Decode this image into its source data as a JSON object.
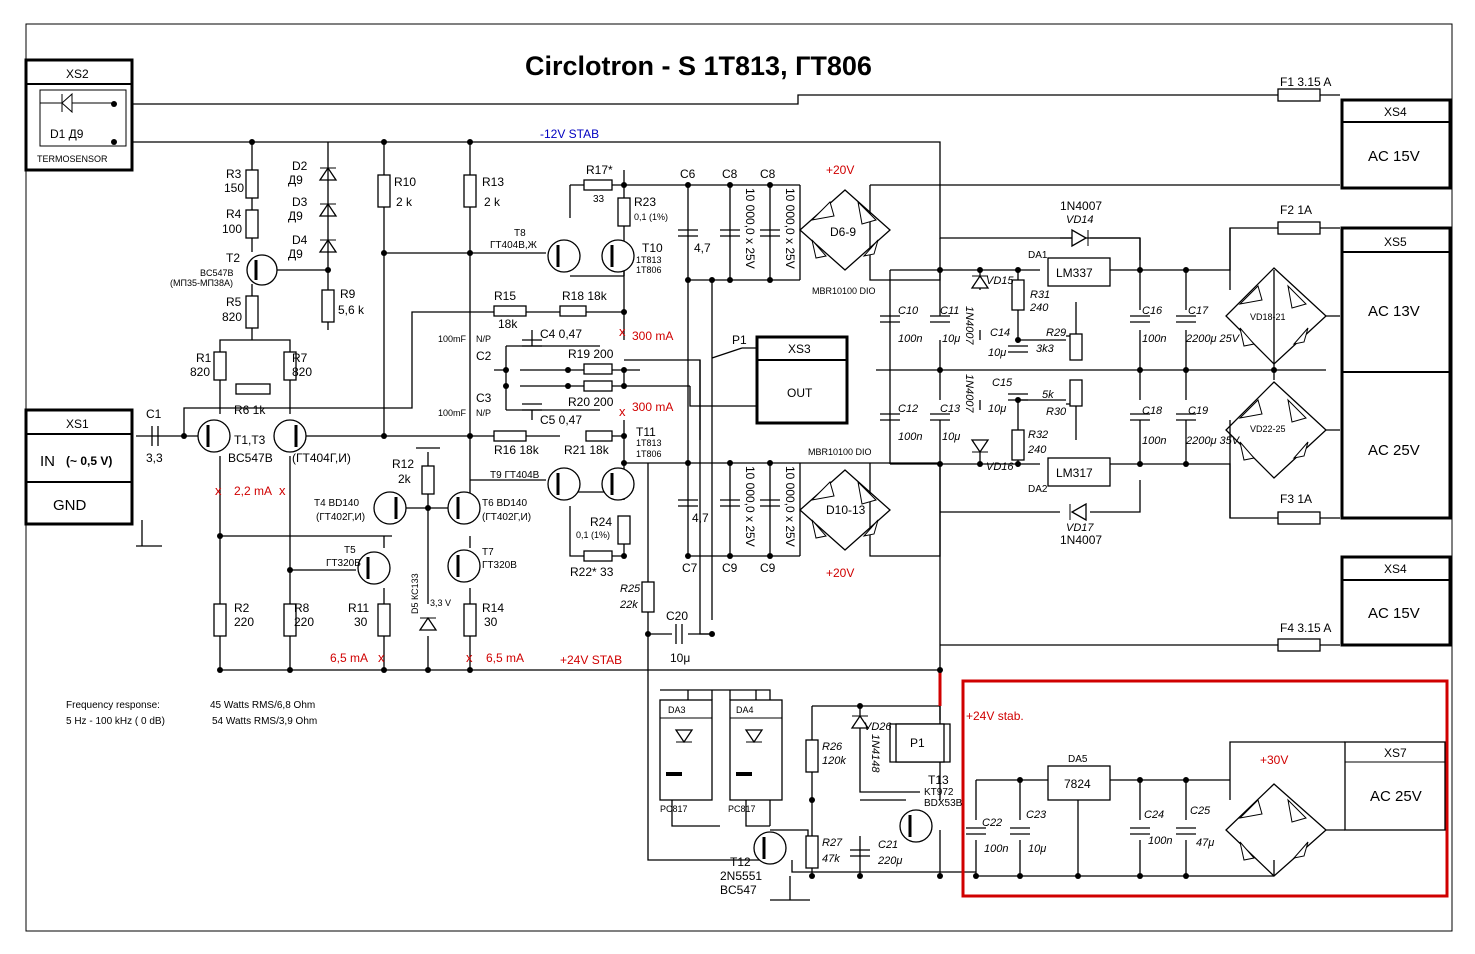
{
  "title": "Circlotron - S   1T813, ГТ806",
  "connectors": {
    "xs1": {
      "id": "XS1",
      "in": "IN",
      "in_level": "(~ 0,5 V)",
      "gnd": "GND"
    },
    "xs2": {
      "id": "XS2",
      "diode": "D1  Д9",
      "label": "TERMOSENSOR"
    },
    "xs3": {
      "id": "XS3",
      "label": "OUT"
    },
    "xs4a": {
      "id": "XS4",
      "label": "AC 15V"
    },
    "xs5": {
      "id": "XS5",
      "label": "AC 13V",
      "label2": "AC 25V"
    },
    "xs4b": {
      "id": "XS4",
      "label": "AC 15V"
    },
    "xs7": {
      "id": "XS7",
      "label": "AC 25V"
    }
  },
  "fuses": {
    "f1": "F1  3.15 A",
    "f2": "F2    1A",
    "f3": "F3    1A",
    "f4": "F4  3.15 A"
  },
  "rails": {
    "minus12": "-12V  STAB",
    "plus24": "+24V  STAB",
    "plus20_top": "+20V",
    "plus20_bot": "+20V",
    "plus24stab": "+24V stab.",
    "plus30": "+30V"
  },
  "resistors": {
    "r3": "R3",
    "r3v": "150",
    "r4": "R4",
    "r4v": "100",
    "r5": "R5",
    "r5v": "820",
    "r1": "R1",
    "r1v": "820",
    "r7": "R7",
    "r7v": "820",
    "r6": "R6   1k",
    "r9": "R9",
    "r9v": "5,6 k",
    "r10": "R10",
    "r10v": "2 k",
    "r13": "R13",
    "r13v": "2 k",
    "r17": "R17*",
    "r17v": "33",
    "r23": "R23",
    "r23v": "0,1 (1%)",
    "r15": "R15",
    "r15v": "18k",
    "r18": "R18  18k",
    "r19": "R19  200",
    "r20": "R20  200",
    "r16": "R16  18k",
    "r21": "R21  18k",
    "r24": "R24",
    "r24v": "0,1 (1%)",
    "r22": "R22*  33",
    "r12": "R12",
    "r12v": "2k",
    "r2": "R2",
    "r2v": "220",
    "r8": "R8",
    "r8v": "220",
    "r11": "R11",
    "r11v": "30",
    "r14": "R14",
    "r14v": "30",
    "r25": "R25",
    "r25v": "22k",
    "r31": "R31",
    "r31v": "240",
    "r29": "R29",
    "r29v": "3k3",
    "r29b": "5k",
    "r30": "R30",
    "r32": "R32",
    "r32v": "240",
    "r26": "R26",
    "r26v": "120k",
    "r27": "R27",
    "r27v": "47k"
  },
  "capacitors": {
    "c1": "C1",
    "c1v": "3,3",
    "c2": "C2",
    "c3": "C3",
    "c4": "C4  0,47",
    "c5": "C5  0,47",
    "np": "N/P",
    "c100mf": "100mF",
    "c6": "C6",
    "c8": "C8",
    "c7": "C7",
    "c9": "C9",
    "c47": "4,7",
    "cbig": "10 000,0 x 25V",
    "c20": "C20",
    "c20v": "10μ",
    "c10": "C10",
    "c11": "C11",
    "c12": "C12",
    "c13": "C13",
    "c14": "C14",
    "c15": "C15",
    "c16": "C16",
    "c17": "C17",
    "c18": "C18",
    "c19": "C19",
    "c21": "C21",
    "c21v": "220μ",
    "c22": "C22",
    "c23": "C23",
    "c24": "C24",
    "c25": "C25",
    "v100n": "100n",
    "v10u": "10μ",
    "v47u": "47μ",
    "c17v": "2200μ 25V",
    "c19v": "2200μ 35V"
  },
  "semis": {
    "d2": "D2",
    "d3": "D3",
    "d4": "D4",
    "d9": "Д9",
    "t2": "T2",
    "t2m": "BC547B",
    "t2a": "(МП35-МП38А)",
    "t1": "T1,T3",
    "t1m": "BC547B",
    "t3alt": "(ГТ404Г,И)",
    "t4": "T4  BD140",
    "t4a": "(ГТ402Г,И)",
    "t6": "T6  BD140",
    "t6a": "(ГТ402Г,И)",
    "t5": "T5",
    "t5m": "ГТ320В",
    "t7": "T7",
    "t7m": "ГТ320В",
    "d5": "D5  КС133",
    "d5v": "3,3 V",
    "t8": "T8",
    "t8m": "ГТ404В,Ж",
    "t10": "T10",
    "t10m1": "1T813",
    "t10m2": "1T806",
    "t9": "T9 ГТ404В",
    "t11": "T11",
    "t11m1": "1T813",
    "t11m2": "1T806",
    "d69": "D6-9",
    "d1013": "D10-13",
    "mbr": "MBR10100 DIO",
    "vd14": "VD14",
    "vd17": "VD17",
    "n4007": "1N4007",
    "vd15": "VD15",
    "vd16": "VD16",
    "da1": "DA1",
    "da2": "DA2",
    "lm337": "LM337",
    "lm317": "LM317",
    "vd1821": "VD18-21",
    "vd2225": "VD22-25",
    "da3": "DA3",
    "da4": "DA4",
    "pc817": "PC817",
    "vd26": "VD26",
    "n4148": "1N4148",
    "p1": "P1",
    "t12": "T12",
    "t12m1": "2N5551",
    "t12m2": "BC547",
    "t13": "T13",
    "t13m1": "KT972",
    "t13m2": "BDX53B",
    "da5": "DA5",
    "r7824": "7824"
  },
  "currents": {
    "i22": "2,2 mA",
    "i300a": "300 mA",
    "i300b": "300 mA",
    "i65a": "6,5 mA",
    "i65b": "6,5 mA"
  },
  "notes": {
    "fr": "Frequency response:",
    "fr_range": "5 Hz - 100 kHz ( 0 dB)",
    "p1": "45 Watts RMS/6,8 Ohm",
    "p2": "54 Watts RMS/3,9 Ohm"
  },
  "colors": {
    "highlight": "#d00000",
    "rail_label": "#0000c0"
  }
}
